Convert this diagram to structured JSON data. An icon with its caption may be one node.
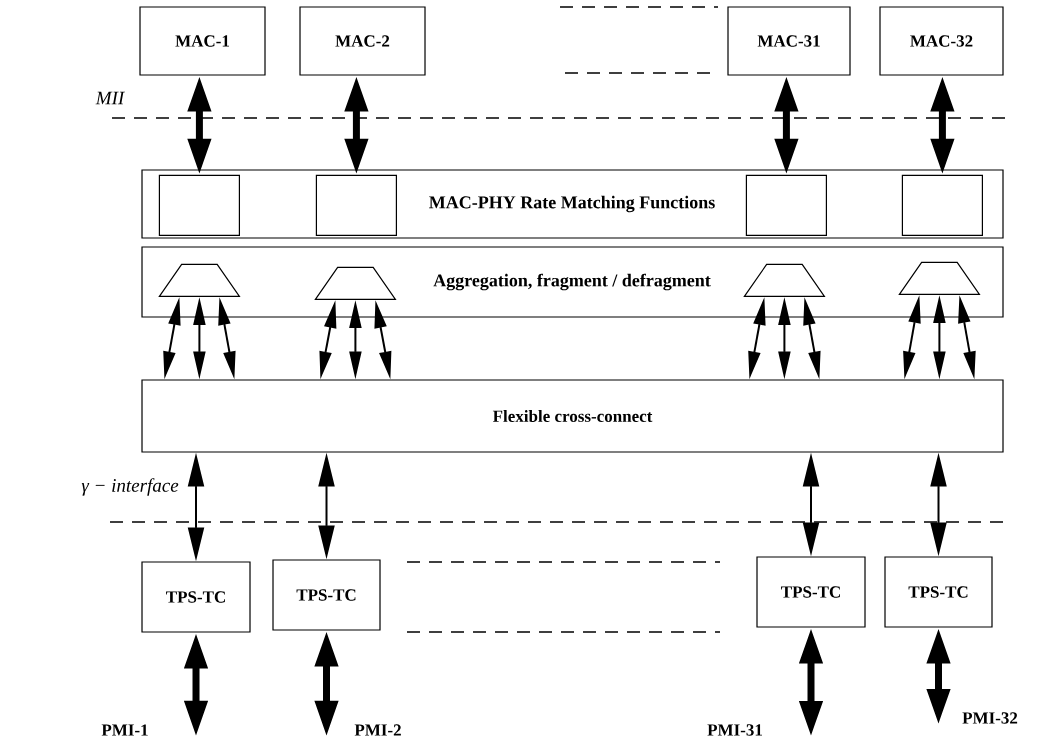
{
  "diagram": {
    "nodes": [
      {
        "text": [
          "MAC-1"
        ]
      },
      {
        "text": [
          "MAC-2"
        ]
      },
      {
        "text": [
          "MAC-31"
        ]
      },
      {
        "text": [
          "MAC-32"
        ]
      },
      {
        "text": [
          "MAC-PHY Rate Matching Functions"
        ]
      },
      {
        "text": [],
        "shape": "box",
        "in": 4
      },
      {
        "text": [],
        "shape": "box",
        "in": 4
      },
      {
        "text": [],
        "shape": "box",
        "in": 4
      },
      {
        "text": [],
        "shape": "box",
        "in": 4
      },
      {
        "text": [
          "Aggregation, fragment / defragment"
        ]
      },
      {
        "text": [],
        "shape": "trapezoid",
        "in": 9
      },
      {
        "text": [],
        "shape": "trapezoid",
        "in": 9
      },
      {
        "text": [],
        "shape": "trapezoid",
        "in": 9
      },
      {
        "text": [],
        "shape": "trapezoid",
        "in": 9
      },
      {
        "text": [
          "Flexible cross-connect"
        ]
      },
      {
        "text": [
          "TPS-TC"
        ]
      },
      {
        "text": [
          "TPS-TC"
        ]
      },
      {
        "text": [
          "TPS-TC"
        ]
      },
      {
        "text": [
          "TPS-TC"
        ]
      },
      {
        "text": [
          "PMI-1"
        ]
      },
      {
        "text": [
          "PMI-2"
        ]
      },
      {
        "text": [
          "PMI-31"
        ]
      },
      {
        "text": [
          "PMI-32"
        ]
      }
    ],
    "edges": [
      {
        "from": 0,
        "to": 5,
        "arrow": "both",
        "style": "thick"
      },
      {
        "from": 1,
        "to": 6,
        "arrow": "both",
        "style": "thick"
      },
      {
        "from": 2,
        "to": 7,
        "arrow": "both",
        "style": "thick"
      },
      {
        "from": 3,
        "to": 8,
        "arrow": "both",
        "style": "thick"
      },
      {
        "from": 10,
        "to": 14,
        "arrow": "both"
      },
      {
        "from": 10,
        "to": 14,
        "arrow": "both"
      },
      {
        "from": 10,
        "to": 14,
        "arrow": "both"
      },
      {
        "from": 11,
        "to": 14,
        "arrow": "both"
      },
      {
        "from": 11,
        "to": 14,
        "arrow": "both"
      },
      {
        "from": 11,
        "to": 14,
        "arrow": "both"
      },
      {
        "from": 12,
        "to": 14,
        "arrow": "both"
      },
      {
        "from": 12,
        "to": 14,
        "arrow": "both"
      },
      {
        "from": 12,
        "to": 14,
        "arrow": "both"
      },
      {
        "from": 13,
        "to": 14,
        "arrow": "both"
      },
      {
        "from": 13,
        "to": 14,
        "arrow": "both"
      },
      {
        "from": 13,
        "to": 14,
        "arrow": "both"
      },
      {
        "from": 14,
        "to": 15,
        "arrow": "both"
      },
      {
        "from": 14,
        "to": 16,
        "arrow": "both"
      },
      {
        "from": 14,
        "to": 17,
        "arrow": "both"
      },
      {
        "from": 14,
        "to": 18,
        "arrow": "both"
      },
      {
        "from": 15,
        "to": 19,
        "arrow": "both",
        "style": "thick"
      },
      {
        "from": 16,
        "to": 20,
        "arrow": "both",
        "style": "thick"
      },
      {
        "from": 17,
        "to": 21,
        "arrow": "both",
        "style": "thick"
      },
      {
        "from": 18,
        "to": 22,
        "arrow": "both",
        "style": "thick"
      }
    ],
    "labels": [
      "MII",
      "γ − interface"
    ]
  }
}
